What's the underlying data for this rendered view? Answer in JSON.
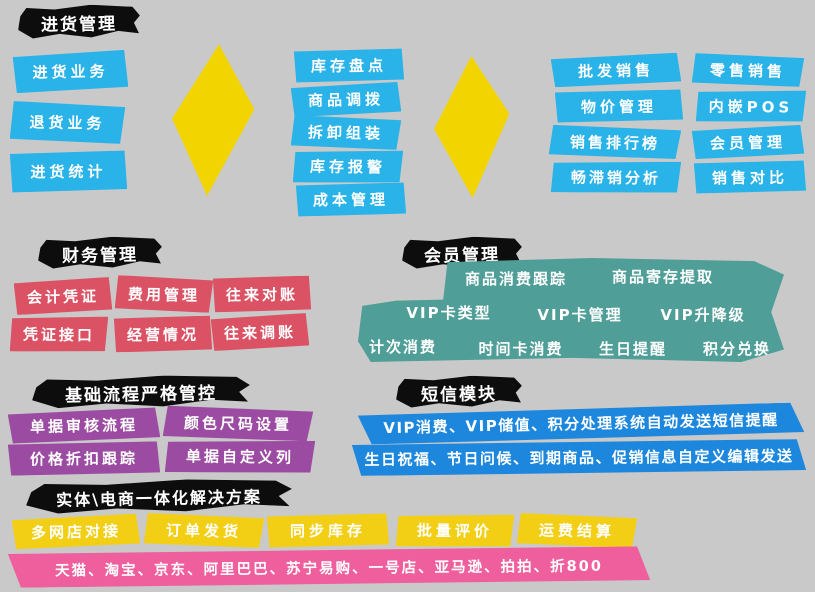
{
  "colors": {
    "background": "#c9c9c9",
    "cyan": "#2ab3e8",
    "red": "#db5265",
    "teal": "#4f9e97",
    "purple": "#9c4ba2",
    "blue": "#1d87dd",
    "gold": "#f2cf15",
    "pink": "#ef5f9d",
    "diamond_yellow": "#f2d400",
    "header_bg": "#0d0d0d",
    "text": "#ffffff"
  },
  "sections": {
    "purchase": {
      "title": "进货管理",
      "items": [
        "进货业务",
        "退货业务",
        "进货统计"
      ]
    },
    "inventory": {
      "items": [
        "库存盘点",
        "商品调拨",
        "拆卸组装",
        "库存报警",
        "成本管理"
      ]
    },
    "sales": {
      "items": [
        "批发销售",
        "零售销售",
        "物价管理",
        "内嵌POS",
        "销售排行榜",
        "会员管理",
        "畅滞销分析",
        "销售对比"
      ]
    },
    "finance": {
      "title": "财务管理",
      "items": [
        "会计凭证",
        "费用管理",
        "往来对账",
        "凭证接口",
        "经营情况",
        "往来调账"
      ]
    },
    "member": {
      "title": "会员管理",
      "items": [
        "商品消费跟踪",
        "商品寄存提取",
        "VIP卡类型",
        "VIP卡管理",
        "VIP升降级",
        "计次消费",
        "时间卡消费",
        "生日提醒",
        "积分兑换"
      ]
    },
    "process": {
      "title": "基础流程严格管控",
      "items": [
        "单据审核流程",
        "颜色尺码设置",
        "价格折扣跟踪",
        "单据自定义列"
      ]
    },
    "sms": {
      "title": "短信模块",
      "items": [
        "VIP消费、VIP储值、积分处理系统自动发送短信提醒",
        "生日祝福、节日问候、到期商品、促销信息自定义编辑发送"
      ]
    },
    "ecommerce": {
      "title": "实体\\电商一体化解决方案",
      "items": [
        "多网店对接",
        "订单发货",
        "同步库存",
        "批量评价",
        "运费结算"
      ],
      "platforms": "天猫、淘宝、京东、阿里巴巴、苏宁易购、一号店、亚马逊、拍拍、折800"
    }
  }
}
